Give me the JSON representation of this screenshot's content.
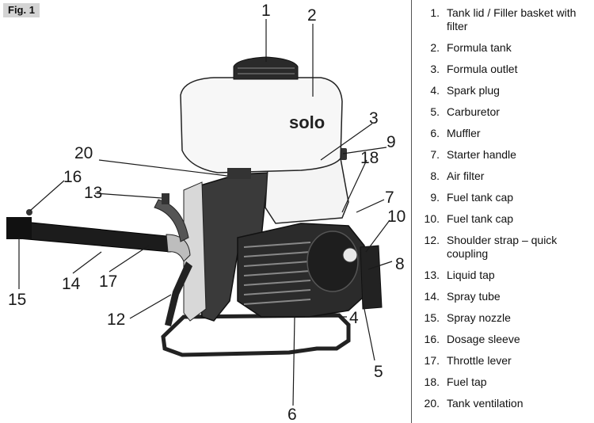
{
  "figure_label": "Fig. 1",
  "brand_logo": "solo",
  "callout_numbers": [
    "1",
    "2",
    "3",
    "4",
    "5",
    "6",
    "7",
    "8",
    "9",
    "10",
    "12",
    "13",
    "14",
    "15",
    "16",
    "17",
    "18",
    "20"
  ],
  "legend": [
    {
      "num": "1.",
      "text": "Tank lid / Filler basket with filter"
    },
    {
      "num": "2.",
      "text": "Formula tank"
    },
    {
      "num": "3.",
      "text": "Formula outlet"
    },
    {
      "num": "4.",
      "text": "Spark plug"
    },
    {
      "num": "5.",
      "text": "Carburetor"
    },
    {
      "num": "6.",
      "text": "Muffler"
    },
    {
      "num": "7.",
      "text": "Starter handle"
    },
    {
      "num": "8.",
      "text": "Air filter"
    },
    {
      "num": "9.",
      "text": "Fuel tank cap"
    },
    {
      "num": "10.",
      "text": "Fuel tank cap"
    },
    {
      "num": "12.",
      "text": "Shoulder strap – quick coupling"
    },
    {
      "num": "13.",
      "text": "Liquid tap"
    },
    {
      "num": "14.",
      "text": "Spray tube"
    },
    {
      "num": "15.",
      "text": "Spray nozzle"
    },
    {
      "num": "16.",
      "text": "Dosage sleeve"
    },
    {
      "num": "17.",
      "text": "Throttle lever"
    },
    {
      "num": "18.",
      "text": "Fuel tap"
    },
    {
      "num": "20.",
      "text": "Tank ventilation"
    }
  ]
}
